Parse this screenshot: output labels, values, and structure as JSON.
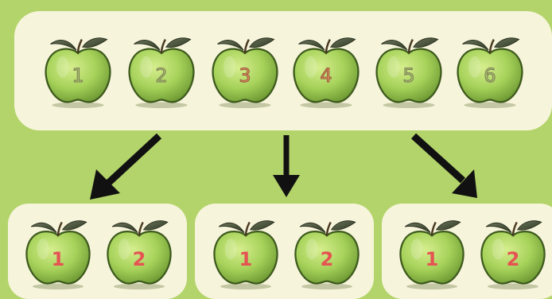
{
  "top_apples": [
    {
      "label": "1"
    },
    {
      "label": "2"
    },
    {
      "label": "3"
    },
    {
      "label": "4"
    },
    {
      "label": "5"
    },
    {
      "label": "6"
    }
  ],
  "groups": [
    {
      "apples": [
        {
          "label": "1"
        },
        {
          "label": "2"
        }
      ]
    },
    {
      "apples": [
        {
          "label": "1"
        },
        {
          "label": "2"
        }
      ]
    },
    {
      "apples": [
        {
          "label": "1"
        },
        {
          "label": "2"
        }
      ]
    }
  ],
  "colors": {
    "background": "#b3d46a",
    "panel": "#f7f4dc",
    "apple_fill": "#a6d25a",
    "apple_outline": "#3d5a1d",
    "leaf": "#3d4a2a",
    "label_red": "#e55353",
    "arrow": "#111111"
  }
}
